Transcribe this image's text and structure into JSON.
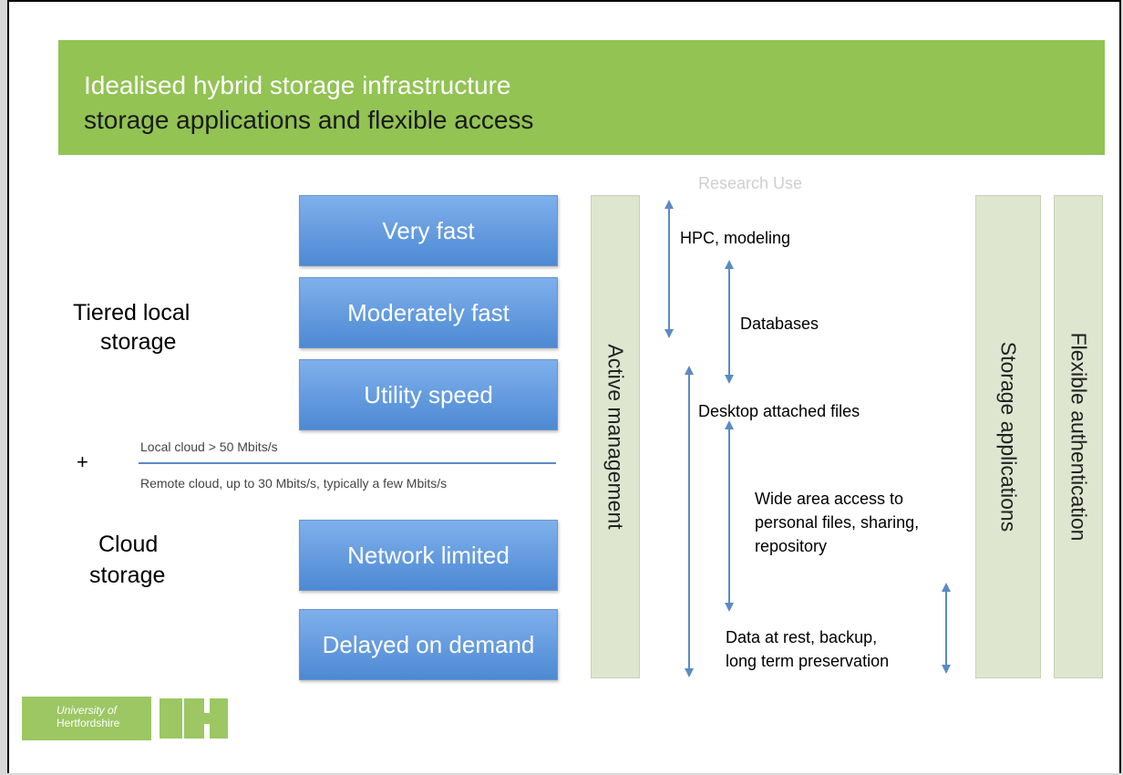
{
  "header": {
    "title_line1": "Idealised hybrid storage infrastructure",
    "title_line2": "storage applications and flexible access"
  },
  "tiers": {
    "very_fast": "Very fast",
    "moderately_fast": "Moderately fast",
    "utility_speed": "Utility speed",
    "network_limited": "Network limited",
    "delayed": "Delayed on demand"
  },
  "left_labels": {
    "tiered_local_1": "Tiered local",
    "tiered_local_2": "storage",
    "plus": "+",
    "cloud_1": "Cloud",
    "cloud_2": "storage"
  },
  "network": {
    "local_cloud": "Local cloud > 50 Mbits/s",
    "remote_cloud": "Remote cloud,  up to 30 Mbits/s, typically a few Mbits/s"
  },
  "columns": {
    "active_management": "Active management",
    "storage_applications": "Storage applications",
    "flexible_authentication": "Flexible authentication"
  },
  "research": {
    "heading": "Research Use",
    "hpc": "HPC, modeling",
    "databases": "Databases",
    "desktop": "Desktop attached files",
    "wide_1": "Wide area access to",
    "wide_2": "personal files, sharing,",
    "wide_3": "repository",
    "rest_1": "Data at rest, backup,",
    "rest_2": "long term preservation"
  },
  "logo": {
    "text_1": "University of",
    "text_2": "Hertfordshire",
    "mark": "UH"
  },
  "colors": {
    "banner": "#92c353",
    "tier_box": "#5b93d8",
    "column": "#dfe6d0",
    "arrow": "#5b8ac4"
  }
}
